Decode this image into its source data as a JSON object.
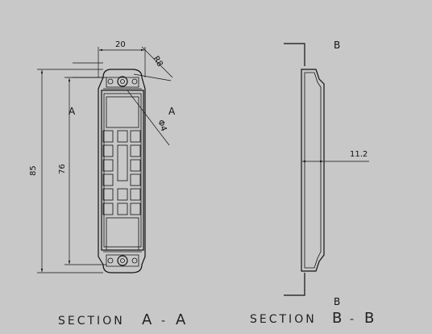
{
  "section_aa": {
    "dims": {
      "width": "20",
      "radius": "R8",
      "height_total": "85",
      "height_inner": "76",
      "hole": "Φ4"
    },
    "markers": {
      "left": "A",
      "right": "A"
    },
    "caption": {
      "prefix": "SECTION",
      "letter1": "A",
      "sep": "-",
      "letter2": "A"
    }
  },
  "section_bb": {
    "dims": {
      "thickness": "11.2"
    },
    "markers": {
      "top": "B",
      "bottom": "B"
    },
    "caption": {
      "prefix": "SECTION",
      "letter1": "B",
      "sep": "-",
      "letter2": "B"
    }
  }
}
